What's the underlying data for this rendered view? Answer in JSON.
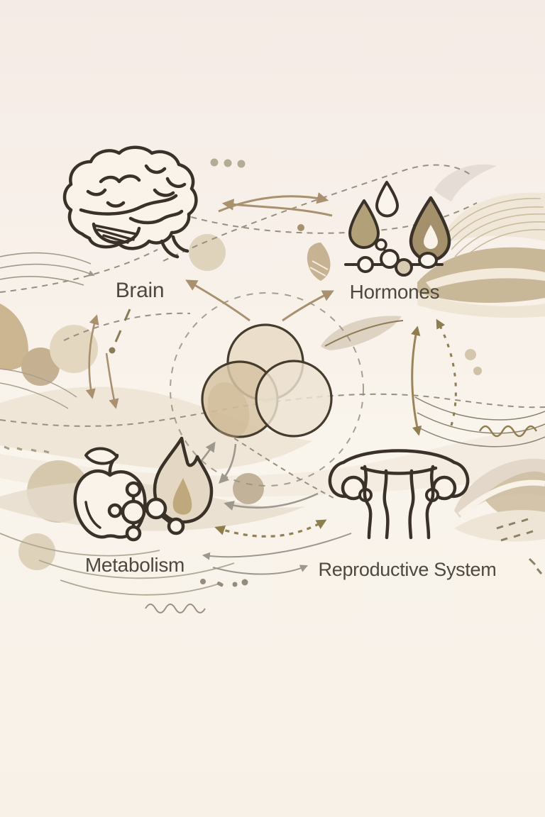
{
  "diagram": {
    "nodes": [
      {
        "id": "brain",
        "label": "Brain",
        "icon": "brain-icon"
      },
      {
        "id": "hormones",
        "label": "Hormones",
        "icon": "hormone-drops-molecule-icon"
      },
      {
        "id": "metabolism",
        "label": "Metabolism",
        "icon": "apple-flame-molecule-icon"
      },
      {
        "id": "reproductive",
        "label": "Reproductive System",
        "icon": "uterus-icon"
      }
    ],
    "center": {
      "icon": "venn-three-circles-icon"
    },
    "connections": [
      {
        "from": "brain",
        "to": "hormones",
        "style": "solid-double-arc"
      },
      {
        "from": "brain",
        "to": "metabolism",
        "style": "solid-double-vertical"
      },
      {
        "from": "hormones",
        "to": "reproductive",
        "style": "solid-double-vertical-and-dashed-arrow"
      },
      {
        "from": "metabolism",
        "to": "reproductive",
        "style": "solid-and-dashed-double-arcs"
      },
      {
        "from": "center",
        "to": "brain",
        "style": "solid-arrow"
      },
      {
        "from": "center",
        "to": "hormones",
        "style": "solid-arrow"
      },
      {
        "from": "center",
        "to": "metabolism",
        "style": "solid-arrow"
      }
    ]
  },
  "colors": {
    "background_top": "#f5ebe6",
    "background_bottom": "#f8f1e7",
    "ink": "#3a3128",
    "label_text": "#4e4940",
    "arrow_tan": "#a8916c",
    "arrow_gray": "#9d988d",
    "arrow_olive": "#8f7d4e",
    "dashed_guide": "#97907e",
    "venn_fill_top": "#e7dac3",
    "venn_fill_left": "#d7c3a3",
    "venn_fill_right": "#ede3d2",
    "blob_tan": "#c9b28c"
  }
}
